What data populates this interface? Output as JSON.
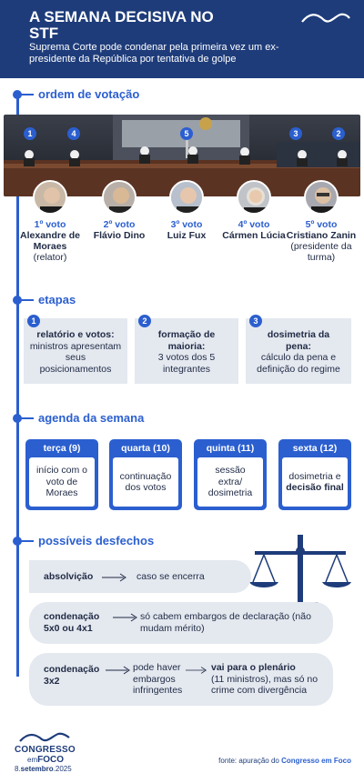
{
  "header": {
    "title": "A SEMANA DECISIVA NO STF",
    "subtitle": "Suprema Corte pode condenar pela primeira vez um ex-presidente da República por tentativa de golpe"
  },
  "sections": {
    "order": "ordem de votação",
    "stages": "etapas",
    "agenda": "agenda da semana",
    "outcomes": "possíveis desfechos"
  },
  "photo_markers": [
    "1",
    "4",
    "5",
    "3",
    "2"
  ],
  "judges": [
    {
      "vote": "1º voto",
      "name": "Alexandre de Moraes",
      "role": "(relator)"
    },
    {
      "vote": "2º voto",
      "name": "Flávio Dino",
      "role": ""
    },
    {
      "vote": "3º voto",
      "name": "Luiz Fux",
      "role": ""
    },
    {
      "vote": "4º voto",
      "name": "Cármen Lúcia",
      "role": ""
    },
    {
      "vote": "5º voto",
      "name": "Cristiano Zanin",
      "role": "(presidente da turma)"
    }
  ],
  "stages": [
    {
      "num": "1",
      "title": "relatório e votos:",
      "text": "ministros apresentam seus posicionamentos"
    },
    {
      "num": "2",
      "title": "formação de maioria:",
      "text": "3 votos dos 5 integrantes"
    },
    {
      "num": "3",
      "title": "dosimetria da pena:",
      "text": "cálculo da pena e definição do regime"
    }
  ],
  "agenda": [
    {
      "day": "terça (9)",
      "text": "início com o voto de Moraes",
      "bold": ""
    },
    {
      "day": "quarta (10)",
      "text": "continuação dos votos",
      "bold": ""
    },
    {
      "day": "quinta (11)",
      "text": "sessão extra/ dosimetria",
      "bold": ""
    },
    {
      "day": "sexta (12)",
      "text": "dosimetria e",
      "bold": "decisão final"
    }
  ],
  "outcomes": [
    {
      "key": "absolvição",
      "result": "caso se encerra"
    },
    {
      "key": "condenação 5x0 ou 4x1",
      "result": "só cabem embargos de declaração (não mudam mérito)"
    },
    {
      "key": "condenação 3x2",
      "result": "pode haver embargos infringentes",
      "next_bold": "vai para o plenário",
      "next": "(11 ministros), mas só no crime com divergência"
    }
  ],
  "footer": {
    "logo_line1": "CONGRESSO",
    "logo_em": "em",
    "logo_line2": "FOCO",
    "date_day": "8.",
    "date_month": "setembro",
    "date_year": ".2025",
    "source_prefix": "fonte: apuração do",
    "source_name": "Congresso em Foco"
  },
  "colors": {
    "navy": "#1e3c7a",
    "accent": "#2b5fcf",
    "panel": "#e4e8ef"
  }
}
